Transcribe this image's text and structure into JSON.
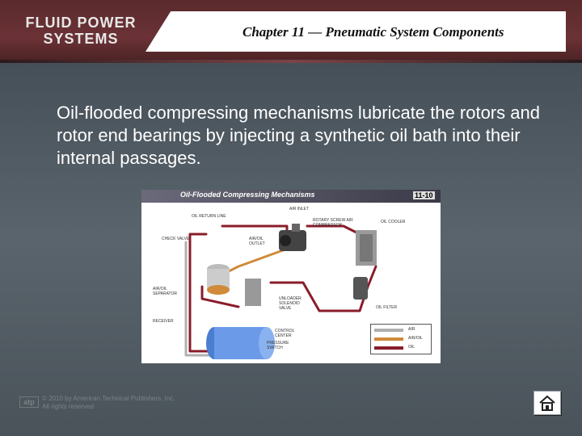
{
  "header": {
    "logo_line1": "FLUID POWER",
    "logo_line2": "SYSTEMS",
    "chapter_title": "Chapter 11 — Pneumatic System Components"
  },
  "main": {
    "text": "Oil-flooded compressing mechanisms lubricate the rotors and rotor end bearings by injecting a synthetic oil bath into their internal passages."
  },
  "figure": {
    "title": "Oil-Flooded Compressing Mechanisms",
    "number": "11-10",
    "labels": {
      "air_inlet": "AIR INLET",
      "oil_return_line": "OIL RETURN LINE",
      "compressor": "ROTARY SCREW AIR COMPRESSOR",
      "oil_cooler": "OIL COOLER",
      "check_valve": "CHECK VALVE",
      "air_oil_outlet": "AIR/OIL OUTLET",
      "separator": "AIR/OIL SEPARATOR",
      "unloader": "UNLOADER SOLENOID VALVE",
      "oil_filter": "OIL FILTER",
      "receiver": "RECEIVER",
      "control_center": "CONTROL CENTER",
      "pressure_switch": "PRESSURE SWITCH"
    },
    "legend": [
      {
        "label": "AIR",
        "color": "#b0b0b0"
      },
      {
        "label": "AIR/OIL",
        "color": "#d08a3a"
      },
      {
        "label": "OIL",
        "color": "#8a1c2a"
      }
    ]
  },
  "footer": {
    "logo": "atp",
    "copyright_line1": "© 2010 by American Technical Publishers, Inc.",
    "copyright_line2": "All rights reserved"
  },
  "icons": {
    "home": "home-icon"
  }
}
